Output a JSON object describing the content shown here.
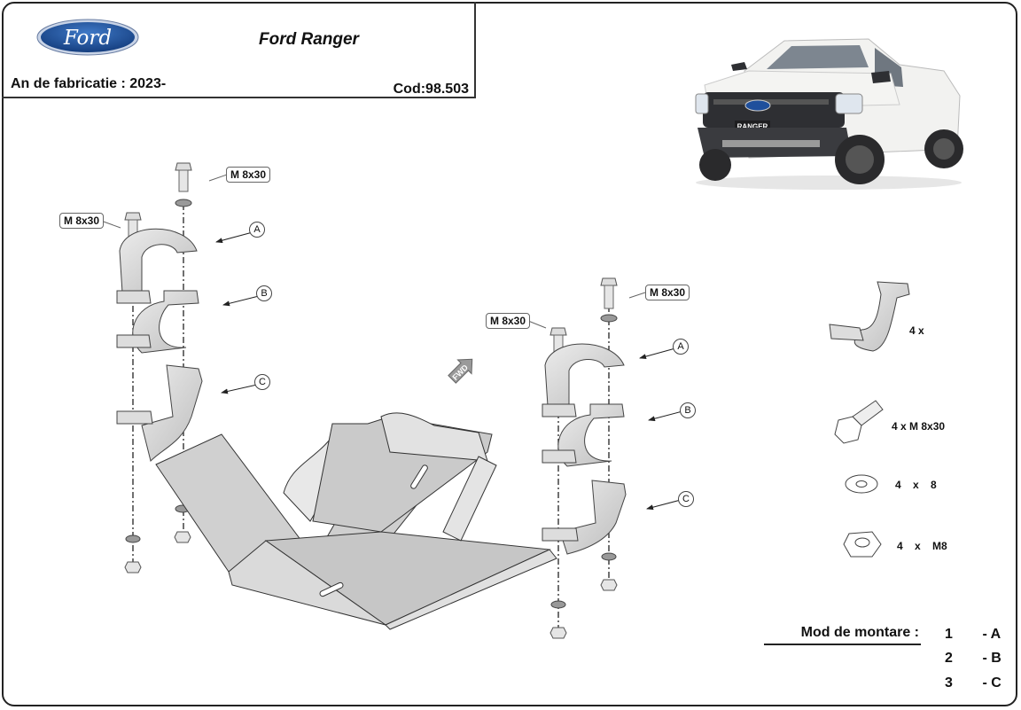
{
  "header": {
    "brand": "Ford",
    "title": "Ford Ranger",
    "year_label": "An de fabricatie  : 2023-",
    "code_label": "Cod:98.503"
  },
  "truck_photo": {
    "grille_badge": "RANGER",
    "body_color": "#f2f2f0"
  },
  "callouts": {
    "left_bolt_upper": "M 8x30",
    "left_bolt_lower": "M 8x30",
    "right_bolt_upper": "M 8x30",
    "right_bolt_lower": "M 8x30"
  },
  "part_labels": {
    "left": [
      "A",
      "B",
      "C"
    ],
    "right": [
      "A",
      "B",
      "C"
    ]
  },
  "direction_marker": "FWD",
  "parts_list": [
    {
      "icon": "clamp-bracket-icon",
      "label": "4 x"
    },
    {
      "icon": "bolt-icon",
      "label": "4 x M 8x30"
    },
    {
      "icon": "washer-icon",
      "label": "4    x    8"
    },
    {
      "icon": "nut-icon",
      "label": "4    x    M8"
    }
  ],
  "mounting": {
    "title": "Mod de montare  :",
    "steps": [
      {
        "num": "1",
        "part": "- A"
      },
      {
        "num": "2",
        "part": "- B"
      },
      {
        "num": "3",
        "part": "- C"
      }
    ]
  },
  "colors": {
    "ford_blue": "#1a4f9c",
    "metal_light": "#e4e4e4",
    "metal_mid": "#c9c9c9",
    "outline": "#333333"
  }
}
